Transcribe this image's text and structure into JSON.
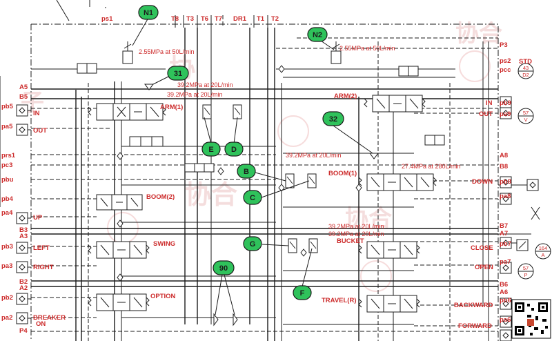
{
  "sections": {
    "arm1": "ARM(1)",
    "arm2": "ARM(2)",
    "boom1": "BOOM(1)",
    "boom2": "BOOM(2)",
    "swing": "SWING",
    "bucket": "BUCKET",
    "option": "OPTION",
    "travel_r": "TRAVEL(R)"
  },
  "top_ports": {
    "ps1": "ps1",
    "t8": "T8",
    "t3": "T3",
    "t6": "T6",
    "t7": "T7",
    "dr1": "DR1",
    "t1": "T1",
    "t2": "T2"
  },
  "left_ports": {
    "a5": "A5",
    "b5": "B5",
    "pb5": "pb5",
    "pa5": "pa5",
    "prs1": "prs1",
    "pc3": "pc3",
    "pbu": "pbu",
    "pb4": "pb4",
    "pa4": "pa4",
    "b3": "B3",
    "a3": "A3",
    "pb3": "pb3",
    "pa3": "pa3",
    "b2": "B2",
    "a2": "A2",
    "pb2": "pb2",
    "pa2": "pa2",
    "p4": "P4"
  },
  "left_functions": {
    "in": "IN",
    "out": "OUT",
    "up": "UP",
    "left": "LEFT",
    "right": "RIGHT",
    "breaker": "BREAKER",
    "on": "ON"
  },
  "right_ports": {
    "p3": "P3",
    "ps2": "ps2",
    "pcc": "pcc",
    "pb9": "pb9",
    "pa9": "pa9",
    "a8": "A8",
    "b8": "B8",
    "pb8": "pb8",
    "pa8": "pa8",
    "b7": "B7",
    "a7": "A7",
    "pb7": "pb7",
    "pa7": "pa7",
    "b6": "B6",
    "a6": "A6",
    "pb6": "pb6",
    "pa6": "pa6"
  },
  "right_functions": {
    "std": "STD",
    "in": "IN",
    "out": "OUT",
    "down": "DOWN",
    "close": "CLOSE",
    "open": "OPEN",
    "backward": "BACKWARD",
    "forward": "FORWARD"
  },
  "pressure_settings": {
    "n1": "2.55MPa at 50L/min",
    "n2": "2.55MPa at 50L/min",
    "arm1_a": "39.2MPa at 20L/min",
    "arm1_b": "39.2MPa at 20L/min",
    "boom_relief": "39.2MPa at 20L/min",
    "boom_flow": "27.4MPa at 280L/min",
    "bucket_a": "39.2MPa at 20L/min",
    "bucket_b": "39.2MPa at 20L/min"
  },
  "callouts": [
    "N1",
    "N2",
    "31",
    "32",
    "E",
    "D",
    "B",
    "C",
    "G",
    "F",
    "90"
  ],
  "circle_refs": [
    {
      "top": "43",
      "bottom": "D2"
    },
    {
      "top": "57",
      "bottom": "V"
    },
    {
      "top": "164",
      "bottom": "A"
    },
    {
      "top": "57",
      "bottom": "P"
    }
  ]
}
